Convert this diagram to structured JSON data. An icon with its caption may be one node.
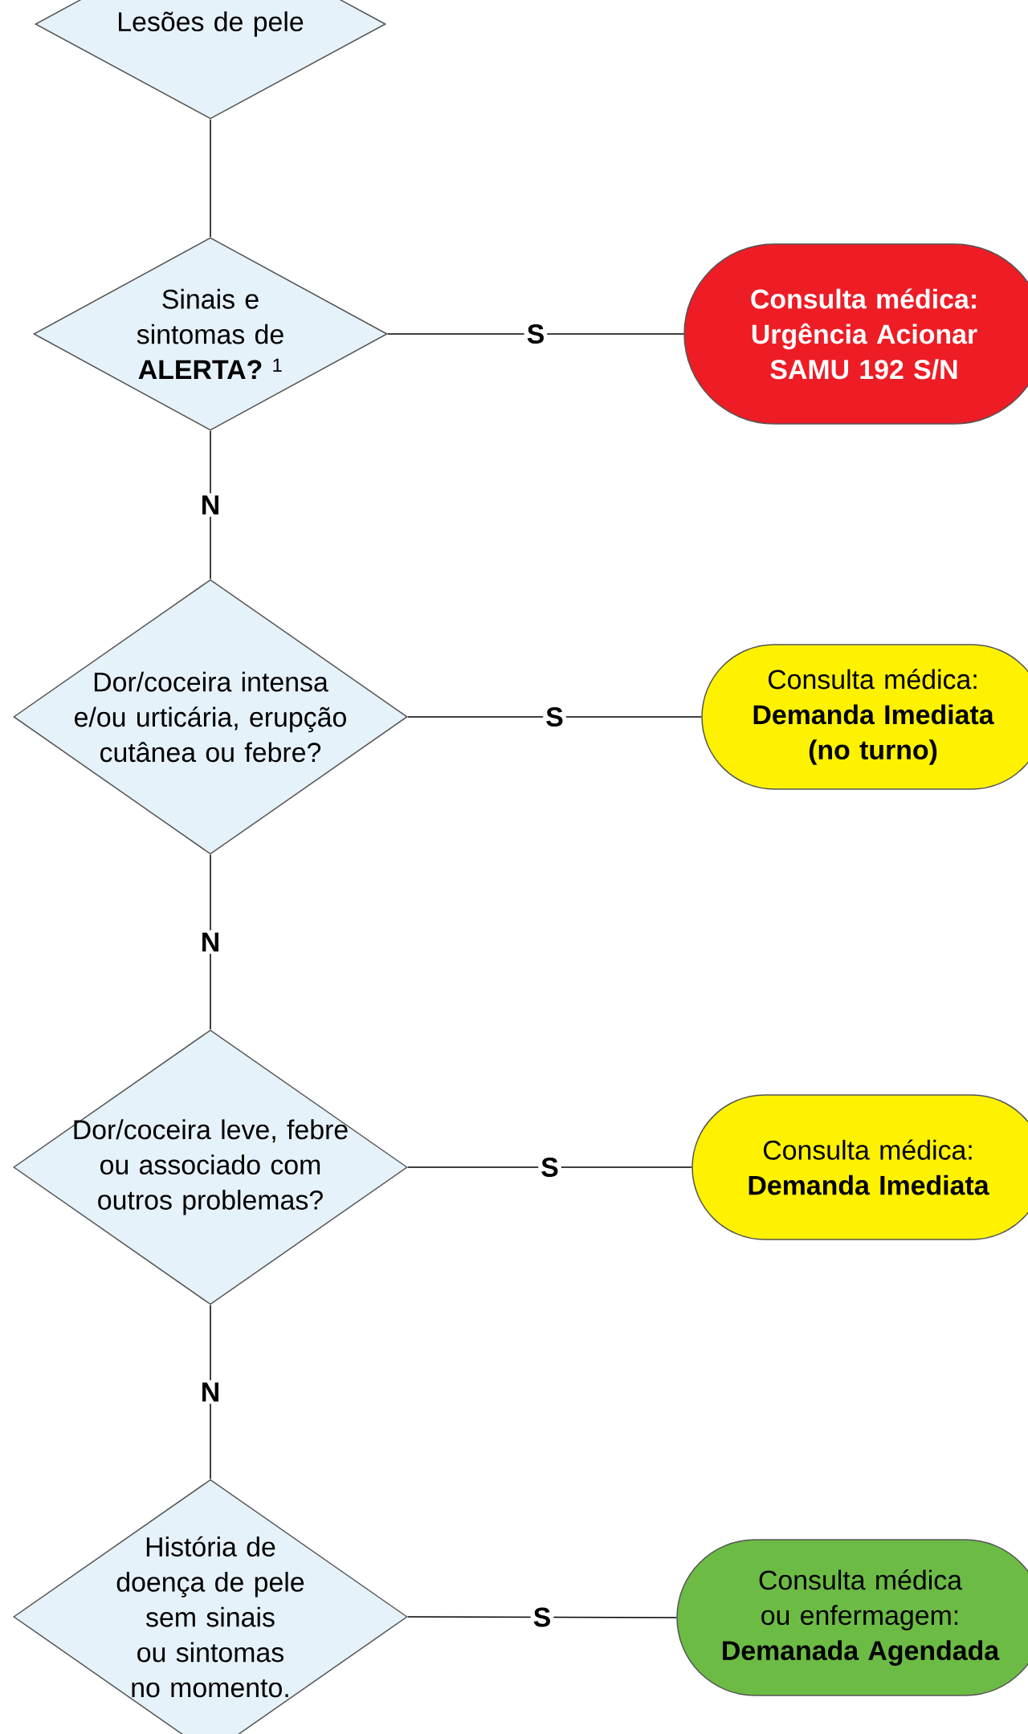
{
  "diagram": {
    "nodes": [
      {
        "text": [
          "Lesões de pele"
        ]
      },
      {
        "text": [
          "Sinais e sintomas de **ALERTA?** $^{1}$"
        ]
      },
      {
        "text": [
          "Consulta médica:",
          "Urgência Acionar SAMU 192 S/N"
        ]
      },
      {
        "text": [
          "Dor/coceira intensa e/ou urticária, erupção cutânea ou febre?"
        ]
      },
      {
        "text": [
          "Consulta médica:",
          "Demanda Imediata (no turno)"
        ]
      },
      {
        "text": [
          "Dor/coceira leve, febre ou associado com outros problemas?"
        ]
      },
      {
        "text": [
          "Consulta médica:",
          "Demanda Imediata"
        ]
      },
      {
        "text": [
          "História de doença de pele sem sinais ou sintomas no momento."
        ]
      },
      {
        "text": [
          "Consulta médica ou enfermagem:",
          "Demanada Agendada"
        ]
      }
    ],
    "edges": [
      {
        "from": 0,
        "to": 1,
        "arrow": "none"
      },
      {
        "from": 1,
        "to": 2,
        "arrow": "none",
        "label": "S"
      },
      {
        "from": 1,
        "to": 3,
        "arrow": "none",
        "label": "N"
      },
      {
        "from": 3,
        "to": 4,
        "arrow": "none",
        "label": "S"
      },
      {
        "from": 3,
        "to": 5,
        "arrow": "none",
        "label": "N"
      },
      {
        "from": 5,
        "to": 6,
        "arrow": "none",
        "label": "S"
      },
      {
        "from": 5,
        "to": 7,
        "arrow": "none",
        "label": "N"
      },
      {
        "from": 7,
        "to": 8,
        "arrow": "none",
        "label": "S"
      }
    ]
  }
}
